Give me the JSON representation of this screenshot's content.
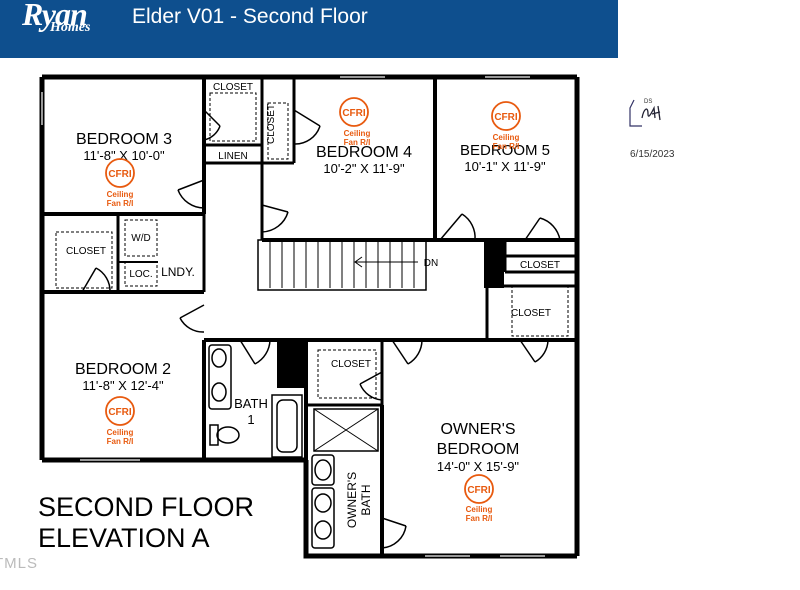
{
  "header": {
    "logo_brand": "Ryan",
    "logo_sub": "Homes",
    "title": "Elder V01 - Second Floor"
  },
  "rooms": {
    "bedroom3": {
      "name": "BEDROOM 3",
      "dims": "11'-8\" X 10'-0\""
    },
    "bedroom4": {
      "name": "BEDROOM 4",
      "dims": "10'-2\" X 11'-9\""
    },
    "bedroom5": {
      "name": "BEDROOM 5",
      "dims": "10'-1\" X 11'-9\""
    },
    "bedroom2": {
      "name": "BEDROOM 2",
      "dims": "11'-8\" X 12'-4\""
    },
    "owners_bedroom": {
      "name_line1": "OWNER'S",
      "name_line2": "BEDROOM",
      "dims": "14'-0\" X 15'-9\""
    },
    "bath1": {
      "line1": "BATH",
      "line2": "1"
    },
    "owners_bath": {
      "line1": "OWNER'S",
      "line2": "BATH"
    },
    "laundry": "LNDY.",
    "wd": "W/D",
    "loc": "LOC.",
    "linen": "LINEN",
    "closet": "CLOSET",
    "stairs_dn": "DN"
  },
  "cfri": {
    "code": "CFRI",
    "sub1": "Ceiling",
    "sub2": "Fan R/I"
  },
  "elevation": {
    "line1": "SECOND FLOOR",
    "line2": "ELEVATION A"
  },
  "signature": {
    "ds_tag": "DS",
    "date": "6/15/2023"
  },
  "watermark": "TMLS"
}
